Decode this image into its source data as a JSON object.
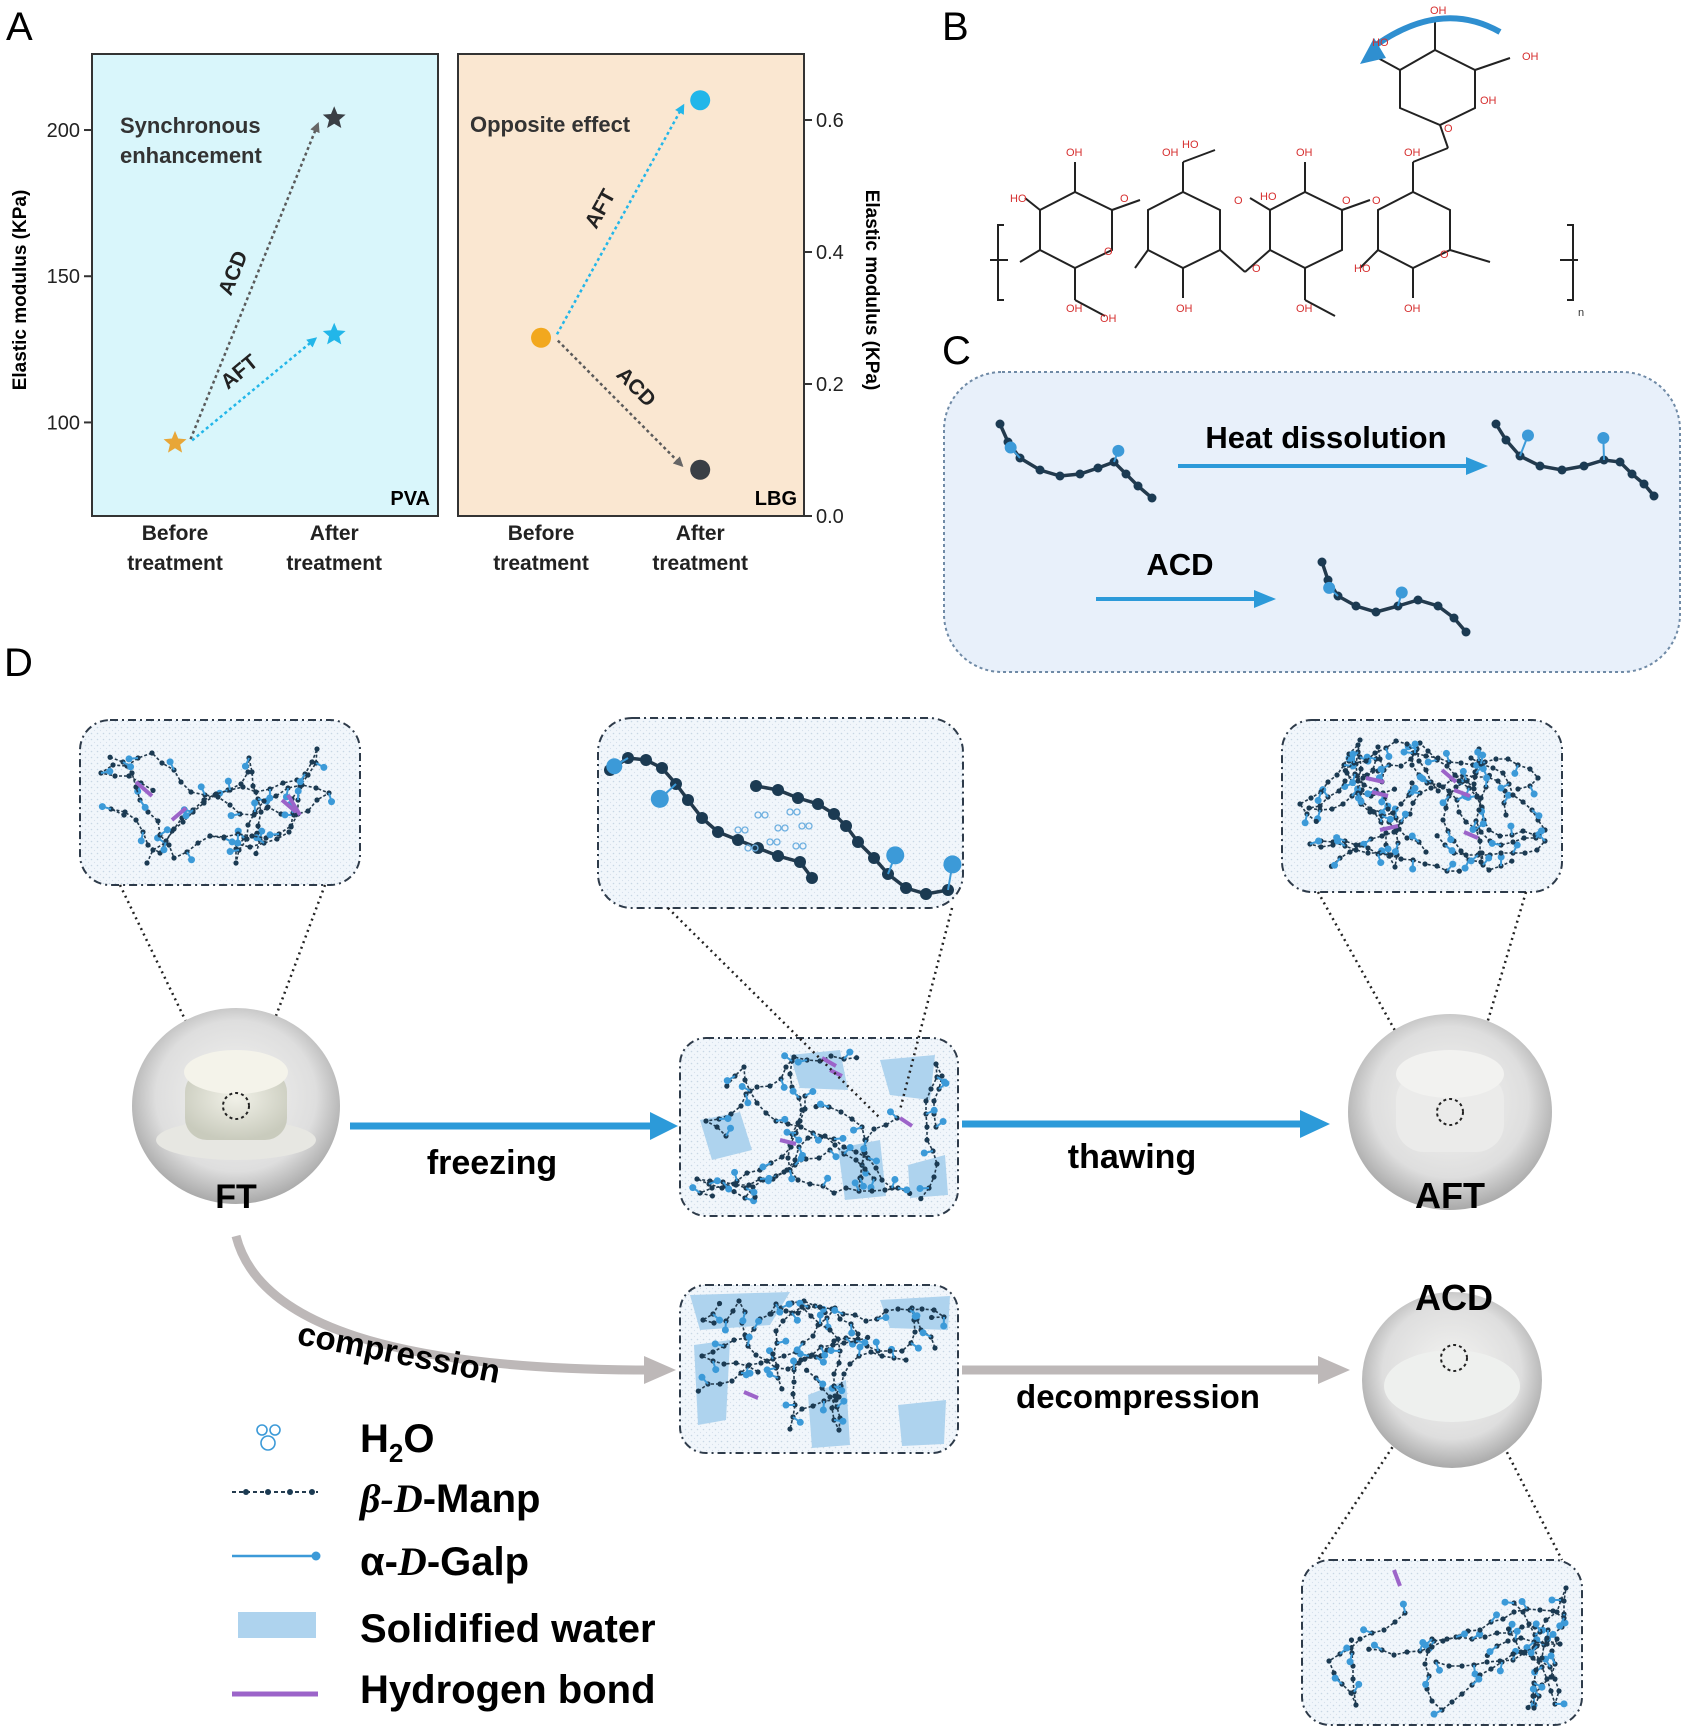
{
  "panels": {
    "a": "A",
    "b": "B",
    "c": "C",
    "d": "D"
  },
  "chart_data": [
    {
      "type": "scatter",
      "panel": "A-left",
      "ylabel": "Elastic modulus (KPa)",
      "ylim": [
        68,
        226
      ],
      "yticks": [
        100,
        150,
        200
      ],
      "categories": [
        "Before\ntreatment",
        "After\ntreatment"
      ],
      "corner_label": "PVA",
      "annotation": "Synchronous\nenhancement",
      "points": [
        {
          "category": 0,
          "y": 93,
          "color": "#e8a637",
          "marker": "star"
        },
        {
          "category": 1,
          "y": 204,
          "color": "#3a3f45",
          "marker": "star"
        },
        {
          "category": 1,
          "y": 130,
          "color": "#22b6e9",
          "marker": "star"
        }
      ],
      "arrows": [
        {
          "label": "ACD",
          "from": [
            0,
            93
          ],
          "to": [
            1,
            204
          ],
          "color": "#5a5a5a"
        },
        {
          "label": "AFT",
          "from": [
            0,
            93
          ],
          "to": [
            1,
            130
          ],
          "color": "#22b6e9"
        }
      ],
      "background": "#d9f6fb"
    },
    {
      "type": "scatter",
      "panel": "A-right",
      "ylabel": "Elastic modulus (KPa)",
      "ylim": [
        0,
        0.7
      ],
      "yticks": [
        0.0,
        0.2,
        0.4,
        0.6
      ],
      "categories": [
        "Before\ntreatment",
        "After\ntreatment"
      ],
      "corner_label": "LBG",
      "annotation": "Opposite effect",
      "points": [
        {
          "category": 0,
          "y": 0.27,
          "color": "#f2a81e",
          "marker": "circle"
        },
        {
          "category": 1,
          "y": 0.63,
          "color": "#22b6e9",
          "marker": "circle"
        },
        {
          "category": 1,
          "y": 0.07,
          "color": "#3a3f45",
          "marker": "circle"
        }
      ],
      "arrows": [
        {
          "label": "AFT",
          "from": [
            0,
            0.27
          ],
          "to": [
            1,
            0.63
          ],
          "color": "#22b6e9"
        },
        {
          "label": "ACD",
          "from": [
            0,
            0.27
          ],
          "to": [
            1,
            0.07
          ],
          "color": "#5a5a5a"
        }
      ],
      "background": "#fae7d1"
    }
  ],
  "structure": {
    "labels": [
      "OH",
      "HO",
      "OH",
      "OH",
      "O",
      "HO",
      "O",
      "OH",
      "OH",
      "HO",
      "O",
      "O",
      "HO",
      "O",
      "O",
      "OH",
      "OH",
      "HO",
      "O",
      "O",
      "OH",
      "OH",
      "OH",
      "OH",
      "OH",
      "n"
    ]
  },
  "panel_c": {
    "heat_label": "Heat dissolution",
    "acd_label": "ACD"
  },
  "panel_d": {
    "ft": "FT",
    "aft": "AFT",
    "acd": "ACD",
    "freezing": "freezing",
    "thawing": "thawing",
    "compression": "compression",
    "decompression": "decompression"
  },
  "legend": [
    {
      "key": "h2o",
      "label": "H",
      "sub": "2",
      "tail": "O"
    },
    {
      "key": "manp",
      "prefix": "β-",
      "italic": "D",
      "label": "-Manp"
    },
    {
      "key": "galp",
      "prefix": "α-",
      "italic": "D",
      "label": "-Galp"
    },
    {
      "key": "ice",
      "label": "Solidified water"
    },
    {
      "key": "hbond",
      "label": "Hydrogen bond"
    }
  ],
  "colors": {
    "chain": "#233a4d",
    "node": "#1b3a52",
    "side": "#3c9ad8",
    "ice": "#aed3ee",
    "hbond": "#9c64c9",
    "blue_arrow": "#2c9ad9",
    "gray_arrow": "#bdb8b8"
  }
}
